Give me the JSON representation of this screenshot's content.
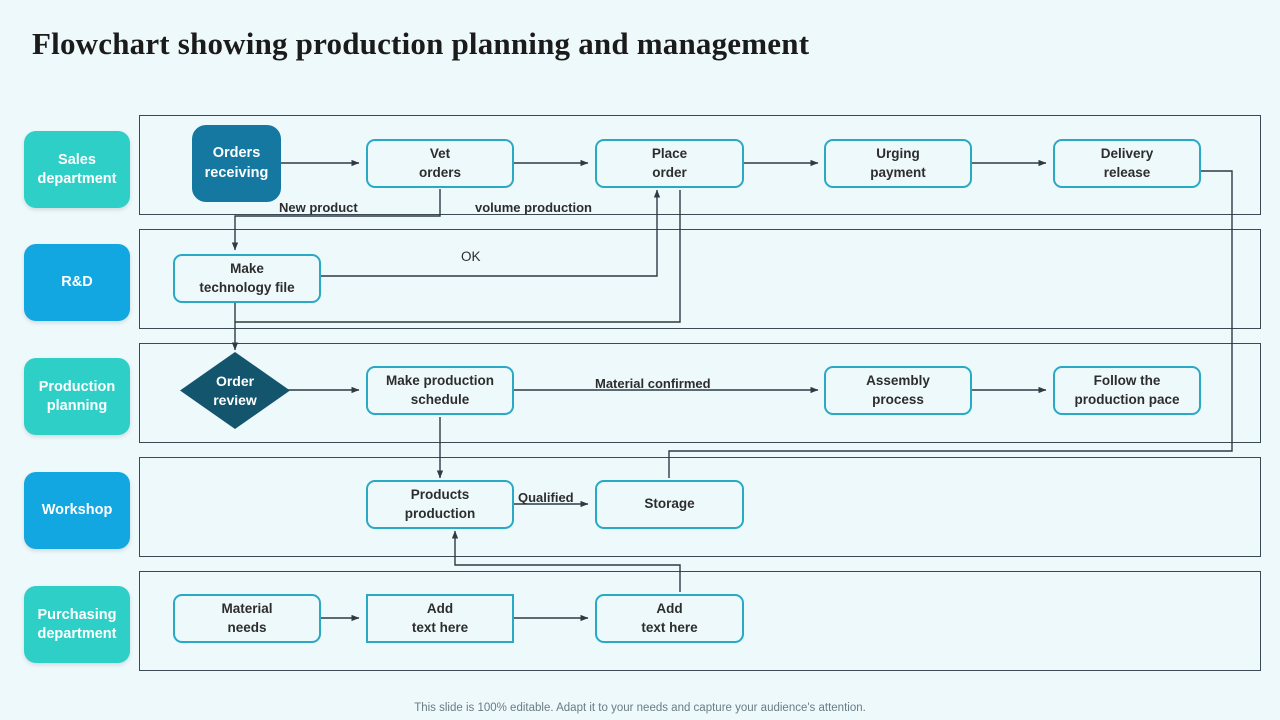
{
  "slide": {
    "title": "Flowchart showing production planning and management",
    "footer": "This slide is 100% editable. Adapt it to your needs and capture your audience's attention."
  },
  "colors": {
    "background": "#eef9fc",
    "lane_border": "#3b4a55",
    "node_border": "#2aa9c4",
    "node_fill": "#eef9fc",
    "accent_teal": "#2ecfc7",
    "accent_blue": "#12a7e0",
    "filled_node": "#1478a0",
    "diamond_fill": "#14556e",
    "text": "#2d2d2d",
    "connector": "#3b4a55"
  },
  "lanes": [
    {
      "id": "sales",
      "label": "Sales\ndepartment",
      "chip_color": "#2ecfc7"
    },
    {
      "id": "rnd",
      "label": "R&D",
      "chip_color": "#12a7e0"
    },
    {
      "id": "planning",
      "label": "Production\nplanning",
      "chip_color": "#2ecfc7"
    },
    {
      "id": "workshop",
      "label": "Workshop",
      "chip_color": "#12a7e0"
    },
    {
      "id": "purchasing",
      "label": "Purchasing\ndepartment",
      "chip_color": "#2ecfc7"
    }
  ],
  "nodes": {
    "orders_receiving": "Orders\nreceiving",
    "vet_orders": "Vet\norders",
    "place_order": "Place\norder",
    "urging_payment": "Urging\npayment",
    "delivery_release": "Delivery\nrelease",
    "make_tech_file": "Make\ntechnology file",
    "order_review": "Order\nreview",
    "make_schedule": "Make production\nschedule",
    "assembly_process": "Assembly\nprocess",
    "follow_pace": "Follow the\nproduction pace",
    "products_production": "Products\nproduction",
    "storage": "Storage",
    "material_needs": "Material\nneeds",
    "add_text_1": "Add\ntext here",
    "add_text_2": "Add\ntext here"
  },
  "edge_labels": {
    "new_product": "New product",
    "volume_production": "volume production",
    "ok": "OK",
    "material_confirmed": "Material confirmed",
    "qualified": "Qualified"
  }
}
